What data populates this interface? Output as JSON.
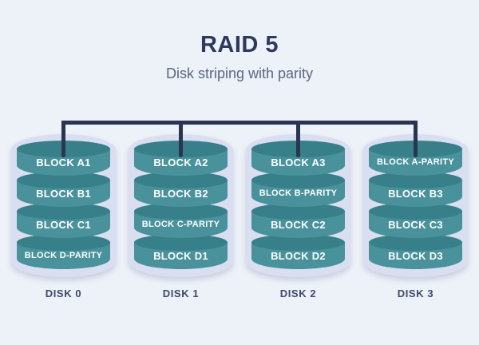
{
  "title": "RAID 5",
  "subtitle": "Disk striping with parity",
  "disks": [
    {
      "label": "DISK 0",
      "blocks": [
        "BLOCK A1",
        "BLOCK B1",
        "BLOCK C1",
        "BLOCK D-PARITY"
      ]
    },
    {
      "label": "DISK 1",
      "blocks": [
        "BLOCK A2",
        "BLOCK B2",
        "BLOCK C-PARITY",
        "BLOCK D1"
      ]
    },
    {
      "label": "DISK 2",
      "blocks": [
        "BLOCK A3",
        "BLOCK B-PARITY",
        "BLOCK C2",
        "BLOCK D2"
      ]
    },
    {
      "label": "DISK 3",
      "blocks": [
        "BLOCK A-PARITY",
        "BLOCK B3",
        "BLOCK C3",
        "BLOCK D3"
      ]
    }
  ],
  "colors": {
    "bg": "#edf1f8",
    "teal": "#49929b",
    "teal-dark": "#37808a",
    "outline": "#d9dff0",
    "navy": "#2b3450",
    "title-color": "#2e3a5c",
    "subtitle-color": "#5c6780",
    "label-color": "#3e4a6b",
    "block-text": "#ffffff"
  }
}
